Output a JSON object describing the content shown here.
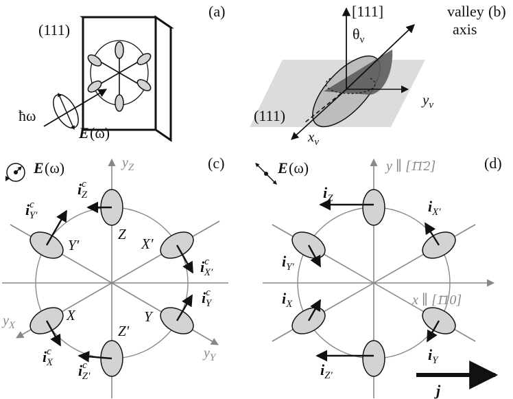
{
  "colors": {
    "ink": "#111111",
    "axis_gray": "#888888",
    "valley_fill": "#d3d3d3",
    "plane_fill": "#dcdcdc",
    "dark_valley": "#5c5c5c"
  },
  "panel_a": {
    "label": "(a)",
    "plane": "(111)",
    "hbar_omega": "ħω",
    "field_E": "E",
    "field_omega": "(ω)"
  },
  "panel_b": {
    "label": "(b)",
    "axis_111": "[111]",
    "valley_1": "valley",
    "valley_2": "axis",
    "theta": "θ",
    "theta_sub": "ν",
    "y": "y",
    "y_sub": "ν",
    "x": "x",
    "x_sub": "ν",
    "plane": "(111)"
  },
  "panel_c": {
    "label": "(c)",
    "field_E": "E",
    "field_omega": "(ω)",
    "yZ": "y",
    "yZ_sub": "Z",
    "yX": "y",
    "yX_sub": "X",
    "yY": "y",
    "yY_sub": "Y",
    "valleys": [
      "Z",
      "X′",
      "Y′",
      "X",
      "Z′",
      "Y"
    ],
    "currents": [
      {
        "base": "i",
        "sup": "c",
        "sub": "Z"
      },
      {
        "base": "i",
        "sup": "c",
        "sub": "Y′"
      },
      {
        "base": "i",
        "sup": "c",
        "sub": "X′"
      },
      {
        "base": "i",
        "sup": "c",
        "sub": "Y"
      },
      {
        "base": "i",
        "sup": "c",
        "sub": "X"
      },
      {
        "base": "i",
        "sup": "c",
        "sub": "Z′"
      }
    ]
  },
  "panel_d": {
    "label": "(d)",
    "field_E": "E",
    "field_omega": "(ω)",
    "y_axis": "y ∥ [1̄1̄2]",
    "x_axis": "x ∥ [1̄10]",
    "currents": [
      {
        "base": "i",
        "sub": "Z"
      },
      {
        "base": "i",
        "sub": "X′"
      },
      {
        "base": "i",
        "sub": "Y′"
      },
      {
        "base": "i",
        "sub": "X"
      },
      {
        "base": "i",
        "sub": "Y"
      },
      {
        "base": "i",
        "sub": "Z′"
      }
    ],
    "total_current": "j"
  }
}
